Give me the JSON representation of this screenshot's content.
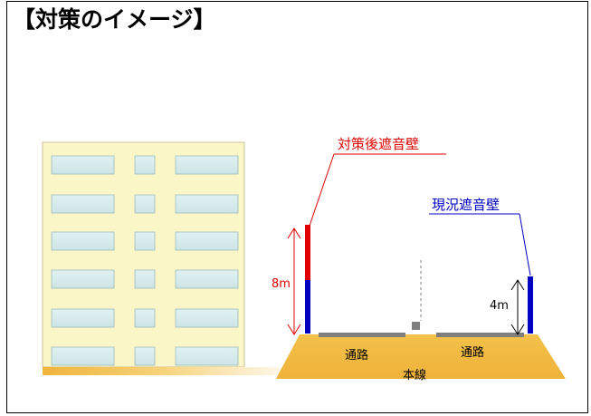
{
  "title": "【対策のイメージ】",
  "labels": {
    "after_wall": "対策後遮音壁",
    "current_wall": "現況遮音壁",
    "after_height": "8m",
    "current_height": "4m",
    "passage_left": "通路",
    "passage_right": "通路",
    "main_line": "本線"
  },
  "colors": {
    "after_wall": "#e00000",
    "current_wall": "#0000c0",
    "road": "#f0b43c",
    "building": "#fbf6c8"
  }
}
